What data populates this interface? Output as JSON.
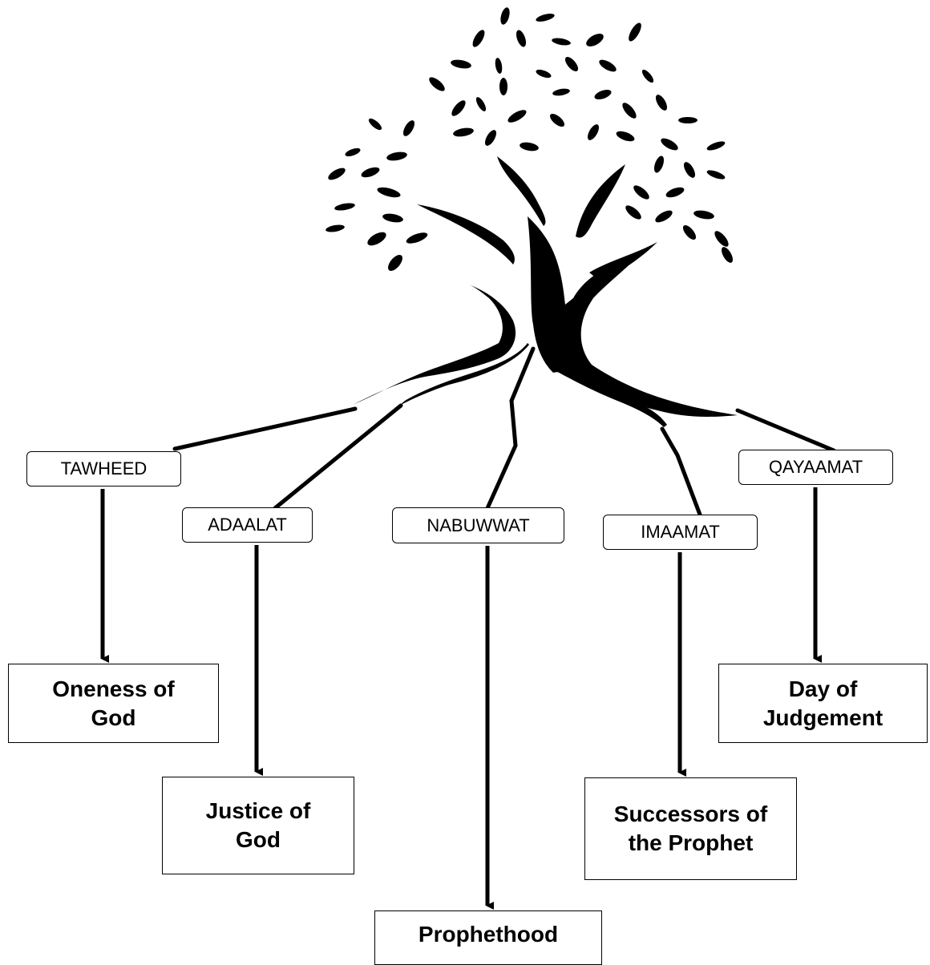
{
  "illustration": {
    "icon": "tree-icon",
    "color": "#000000"
  },
  "roots": [
    {
      "id": "tawheed",
      "label": "TAWHEED",
      "meaning": "Oneness of\nGod"
    },
    {
      "id": "adaalat",
      "label": "ADAALAT",
      "meaning": "Justice of\nGod"
    },
    {
      "id": "nabuwwat",
      "label": "NABUWWAT",
      "meaning": "Prophethood"
    },
    {
      "id": "imaamat",
      "label": "IMAAMAT",
      "meaning": "Successors of\nthe Prophet"
    },
    {
      "id": "qayaamat",
      "label": "QAYAAMAT",
      "meaning": "Day of\nJudgement"
    }
  ]
}
